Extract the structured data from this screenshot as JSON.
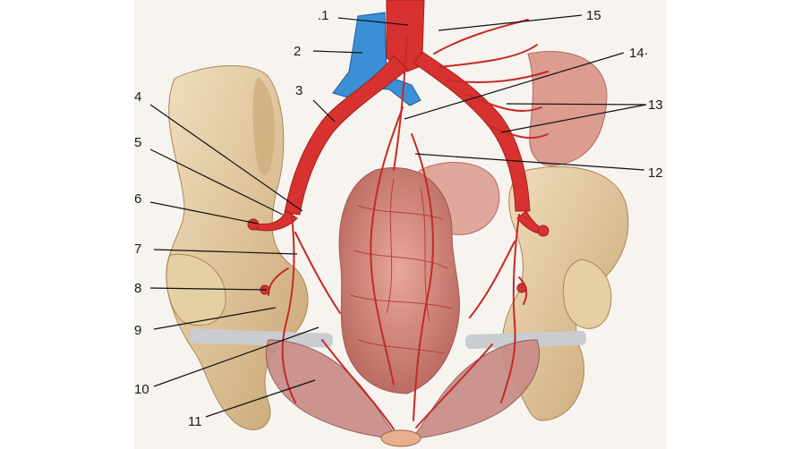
{
  "labels": {
    "n1": ".1",
    "n2": "2",
    "n3": "3",
    "n4": "4",
    "n5": "5",
    "n6": "6",
    "n7": "7",
    "n8": "8",
    "n9": "9",
    "n10": "10",
    "n11": "11",
    "n12": "12",
    "n13": "13",
    "n14": "14·",
    "n15": "15"
  },
  "colors": {
    "artery": "#d7322f",
    "vein": "#3b8fd6",
    "bone": "#e7d3ac",
    "bone_dark": "#c9a877",
    "muscle": "#d9938a",
    "colon": "#e0a096",
    "ligament": "#c9cdd2"
  }
}
